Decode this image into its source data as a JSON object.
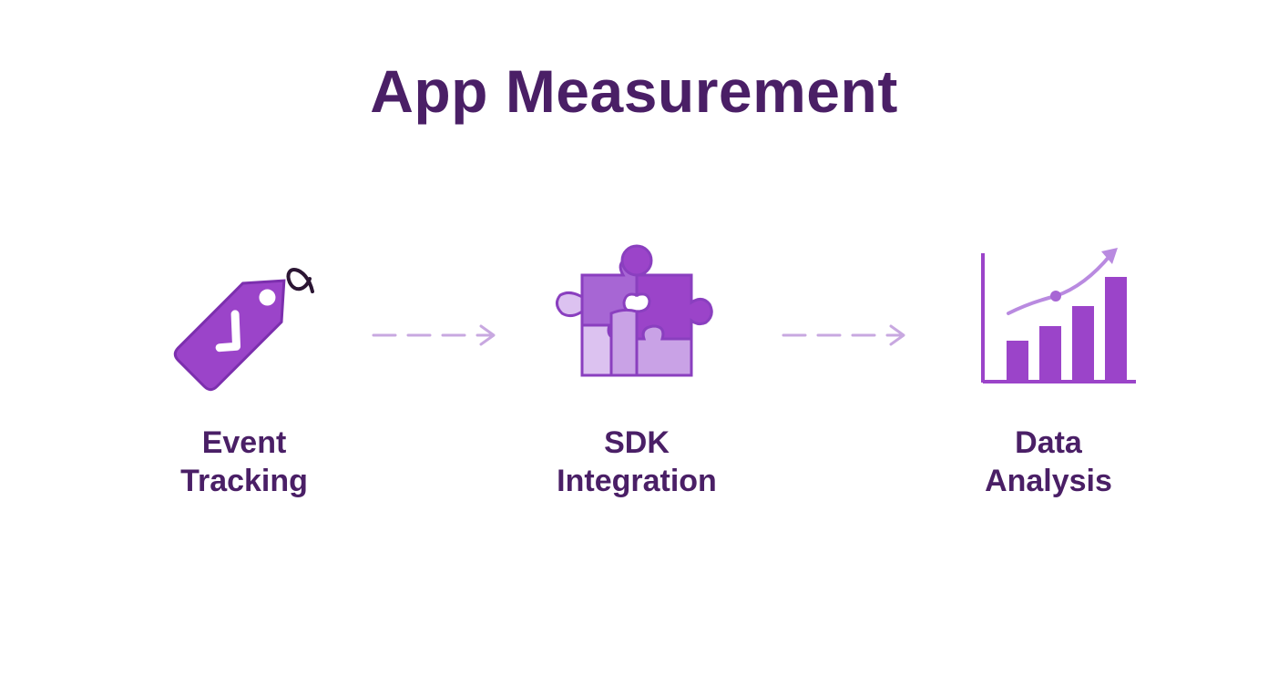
{
  "diagram": {
    "title": "App Measurement",
    "steps": [
      {
        "line1": "Event",
        "line2": "Tracking",
        "icon": "tag-check-icon"
      },
      {
        "line1": "SDK",
        "line2": "Integration",
        "icon": "puzzle-icon"
      },
      {
        "line1": "Data",
        "line2": "Analysis",
        "icon": "bar-chart-trend-icon"
      }
    ],
    "colors": {
      "title": "#4a1f66",
      "primary": "#9b44c9",
      "light": "#c9a2e6",
      "arrow": "#c8a8e0"
    }
  }
}
